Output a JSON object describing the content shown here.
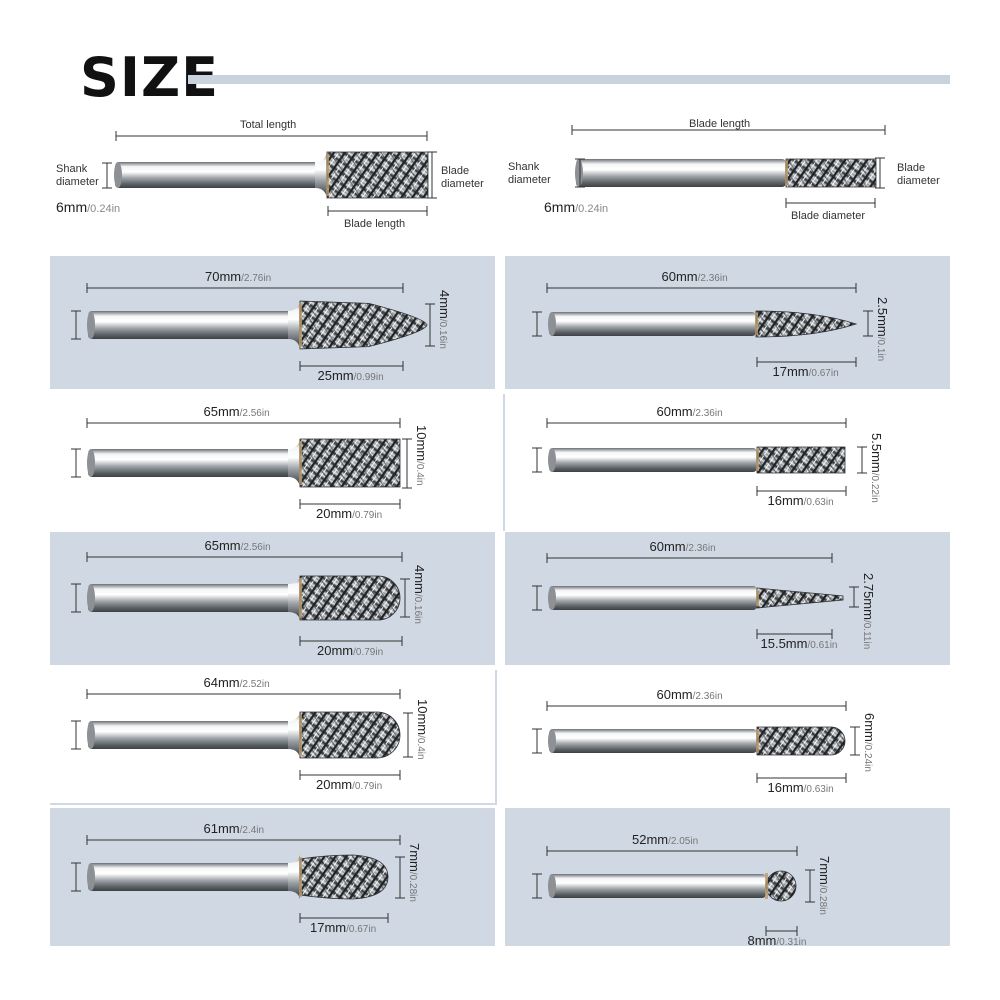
{
  "header": {
    "title": "SIZE"
  },
  "diagrams": {
    "left": {
      "total_length": "Total length",
      "shank_diameter": "Shank\ndiameter",
      "blade_diameter": "Blade\ndiameter",
      "blade_length": "Blade length",
      "shank_mm": "6mm",
      "shank_in": "/0.24in"
    },
    "right": {
      "blade_length": "Blade length",
      "shank_diameter": "Shank\ndiameter",
      "blade_diameter_side": "Blade\ndiameter",
      "blade_diameter_bottom": "Blade diameter",
      "shank_mm": "6mm",
      "shank_in": "/0.24in"
    }
  },
  "bits": [
    {
      "id": "r1l",
      "total_mm": "70mm",
      "total_in": "/2.76in",
      "blade_mm": "25mm",
      "blade_in": "/0.99in",
      "dia_mm": "4mm",
      "dia_in": "/0.16in"
    },
    {
      "id": "r1r",
      "total_mm": "60mm",
      "total_in": "/2.36in",
      "blade_mm": "17mm",
      "blade_in": "/0.67in",
      "dia_mm": "2.5mm",
      "dia_in": "/0.1in"
    },
    {
      "id": "r2l",
      "total_mm": "65mm",
      "total_in": "/2.56in",
      "blade_mm": "20mm",
      "blade_in": "/0.79in",
      "dia_mm": "10mm",
      "dia_in": "/0.4in"
    },
    {
      "id": "r2r",
      "total_mm": "60mm",
      "total_in": "/2.36in",
      "blade_mm": "16mm",
      "blade_in": "/0.63in",
      "dia_mm": "5.5mm",
      "dia_in": "/0.22in"
    },
    {
      "id": "r3l",
      "total_mm": "65mm",
      "total_in": "/2.56in",
      "blade_mm": "20mm",
      "blade_in": "/0.79in",
      "dia_mm": "4mm",
      "dia_in": "/0.16in"
    },
    {
      "id": "r3r",
      "total_mm": "60mm",
      "total_in": "/2.36in",
      "blade_mm": "15.5mm",
      "blade_in": "/0.61in",
      "dia_mm": "2.75mm",
      "dia_in": "/0.11in"
    },
    {
      "id": "r4l",
      "total_mm": "64mm",
      "total_in": "/2.52in",
      "blade_mm": "20mm",
      "blade_in": "/0.79in",
      "dia_mm": "10mm",
      "dia_in": "/0.4in"
    },
    {
      "id": "r4r",
      "total_mm": "60mm",
      "total_in": "/2.36in",
      "blade_mm": "16mm",
      "blade_in": "/0.63in",
      "dia_mm": "6mm",
      "dia_in": "/0.24in"
    },
    {
      "id": "r5l",
      "total_mm": "61mm",
      "total_in": "/2.4in",
      "blade_mm": "17mm",
      "blade_in": "/0.67in",
      "dia_mm": "7mm",
      "dia_in": "/0.28in"
    },
    {
      "id": "r5r",
      "total_mm": "52mm",
      "total_in": "/2.05in",
      "blade_mm": "8mm",
      "blade_in": "/0.31in",
      "dia_mm": "7mm",
      "dia_in": "/0.28in"
    }
  ],
  "colors": {
    "panel_blue": "#cfd8e3",
    "title_bar": "#c9d3dd"
  }
}
